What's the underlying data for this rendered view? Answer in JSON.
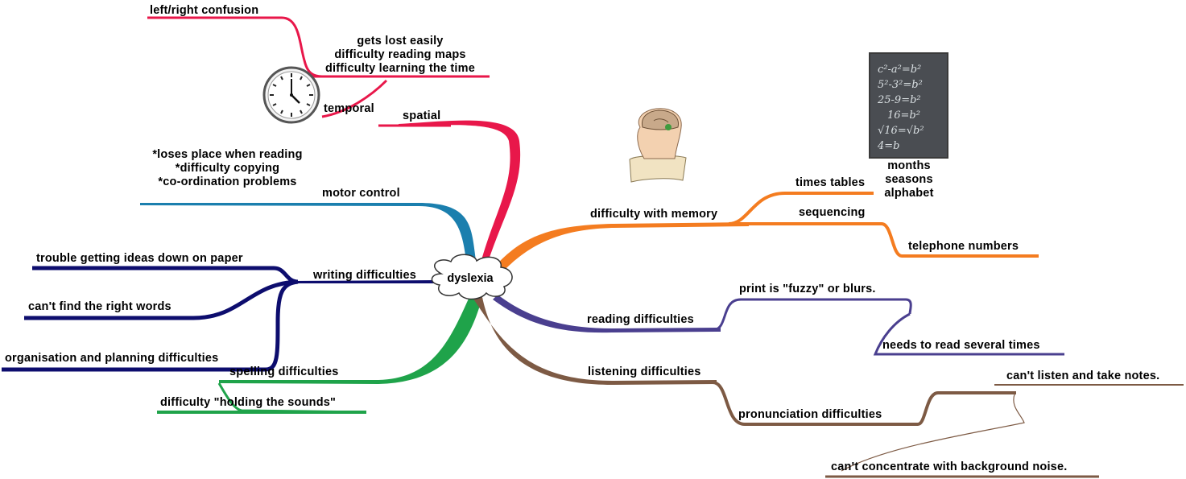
{
  "center": "dyslexia",
  "branches": {
    "spatial": {
      "label": "spatial",
      "details": [
        "gets lost easily",
        "difficulty reading maps",
        "difficulty learning the time"
      ]
    },
    "temporal": {
      "label": "temporal",
      "details": [
        "left/right confusion"
      ]
    },
    "motor": {
      "label": "motor control",
      "details": [
        "*loses place when reading",
        "*difficulty copying",
        "*co-ordination problems"
      ]
    },
    "writing": {
      "label": "writing difficulties",
      "details": [
        "trouble getting ideas down on paper",
        "can't find the right words",
        "organisation and planning difficulties"
      ]
    },
    "spelling": {
      "label": "spelling difficulties",
      "details": [
        "difficulty \"holding the sounds\""
      ]
    },
    "memory": {
      "label": "difficulty with memory",
      "details": [
        "times tables",
        "sequencing",
        "telephone numbers"
      ],
      "times_tables_items": [
        "months",
        "seasons",
        "alphabet"
      ]
    },
    "reading": {
      "label": "reading difficulties",
      "details": [
        "print is \"fuzzy\" or blurs.",
        "needs to read several times"
      ]
    },
    "listening": {
      "label": "listening difficulties",
      "sub": "pronunciation difficulties",
      "details": [
        "can't listen and take notes.",
        "can't concentrate with background noise."
      ]
    }
  },
  "colors": {
    "spatial": "#e8174a",
    "motor": "#1b7fae",
    "writing": "#0d0d6e",
    "spelling": "#1fa34a",
    "memory": "#f47c20",
    "reading": "#4a3f8f",
    "listening": "#7d5a44"
  },
  "icons": [
    "clock-icon",
    "brain-head-icon",
    "chalkboard-icon",
    "cloud-icon"
  ],
  "chalkboard_lines": [
    "c²-a²=b²",
    "5²-3²=b²",
    "25-9=b²",
    "16=b²",
    "√16=√b²",
    "4=b"
  ]
}
